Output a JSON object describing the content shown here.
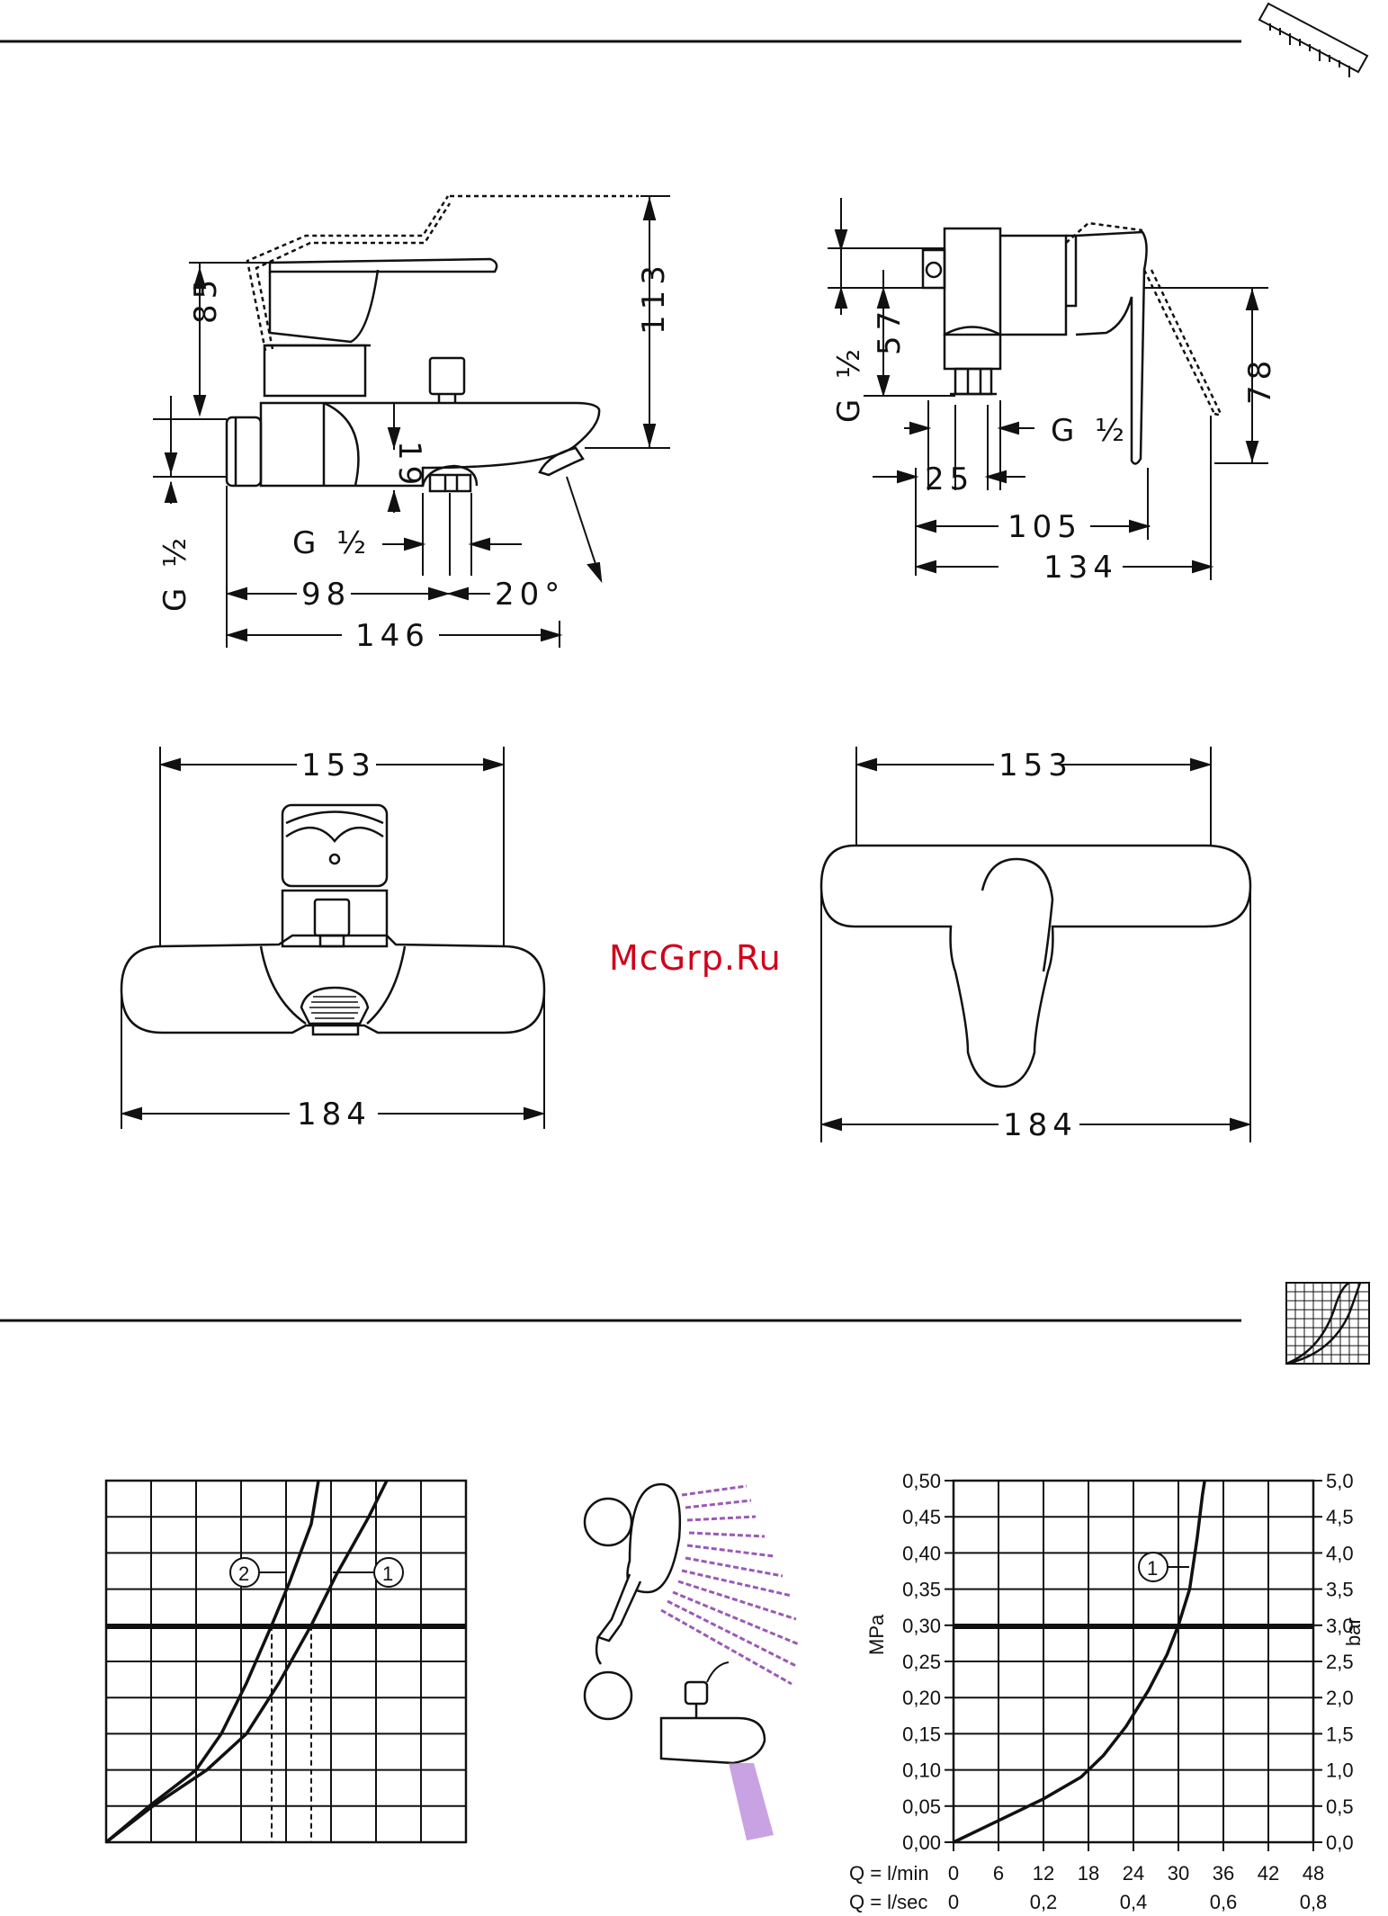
{
  "watermark": "McGrp.Ru",
  "dimensions": {
    "bath_side": {
      "d85": "85",
      "d113": "113",
      "d19": "19",
      "g1": "G ½",
      "g2": "G ½",
      "d98": "98",
      "d20": "20°",
      "d146": "146"
    },
    "shower_side": {
      "d57": "57",
      "g1": "G ½",
      "g2": "G ½",
      "d78": "78",
      "d25": "25",
      "d105": "105",
      "d134": "134"
    },
    "bath_front": {
      "d153": "153",
      "d184": "184"
    },
    "shower_front": {
      "d153": "153",
      "d184": "184"
    }
  },
  "chart_data": [
    {
      "type": "line",
      "title": "",
      "grid": true,
      "x_ticks": [],
      "y_ticks": [],
      "series": [
        {
          "name": "1",
          "points": [
            [
              0,
              0
            ],
            [
              0.13,
              0.05
            ],
            [
              0.28,
              0.1
            ],
            [
              0.39,
              0.15
            ],
            [
              0.48,
              0.22
            ],
            [
              0.57,
              0.3
            ],
            [
              0.64,
              0.37
            ],
            [
              0.73,
              0.45
            ],
            [
              0.78,
              0.5
            ]
          ]
        },
        {
          "name": "2",
          "points": [
            [
              0,
              0
            ],
            [
              0.12,
              0.05
            ],
            [
              0.25,
              0.1
            ],
            [
              0.32,
              0.15
            ],
            [
              0.39,
              0.22
            ],
            [
              0.46,
              0.3
            ],
            [
              0.51,
              0.36
            ],
            [
              0.57,
              0.44
            ],
            [
              0.59,
              0.5
            ]
          ]
        }
      ],
      "highlight_y": 0.3,
      "markers": [
        {
          "label": "2"
        },
        {
          "label": "1"
        }
      ]
    },
    {
      "type": "line",
      "title": "",
      "grid": true,
      "y_left_label": "MPa",
      "y_right_label": "bar",
      "y_left_ticks": [
        "0,00",
        "0,05",
        "0,10",
        "0,15",
        "0,20",
        "0,25",
        "0,30",
        "0,35",
        "0,40",
        "0,45",
        "0,50"
      ],
      "y_right_ticks": [
        "0,0",
        "0,5",
        "1,0",
        "1,5",
        "2,0",
        "2,5",
        "3,0",
        "3,5",
        "4,0",
        "4,5",
        "5,0"
      ],
      "x_row1_label": "Q = l/min",
      "x_row1_ticks": [
        "0",
        "6",
        "12",
        "18",
        "24",
        "30",
        "36",
        "42",
        "48"
      ],
      "x_row2_label": "Q = l/sec",
      "x_row2_ticks": [
        "0",
        "0,2",
        "0,4",
        "0,6",
        "0,8"
      ],
      "xlim": [
        0,
        48
      ],
      "ylim": [
        0,
        0.5
      ],
      "series": [
        {
          "name": "1",
          "x": [
            0,
            6,
            12,
            17,
            20,
            23,
            26,
            28.5,
            30,
            31.5,
            32.5,
            33.2,
            33.5
          ],
          "y": [
            0,
            0.03,
            0.06,
            0.09,
            0.12,
            0.16,
            0.21,
            0.26,
            0.3,
            0.35,
            0.42,
            0.48,
            0.5
          ]
        }
      ],
      "highlight_y": 0.3,
      "markers": [
        {
          "label": "1"
        }
      ]
    }
  ],
  "icons": {
    "ruler": "ruler-icon",
    "flow_chart": "flow-chart-icon",
    "shower_head": "shower-head-icon",
    "bath_spout": "bath-spout-icon"
  }
}
